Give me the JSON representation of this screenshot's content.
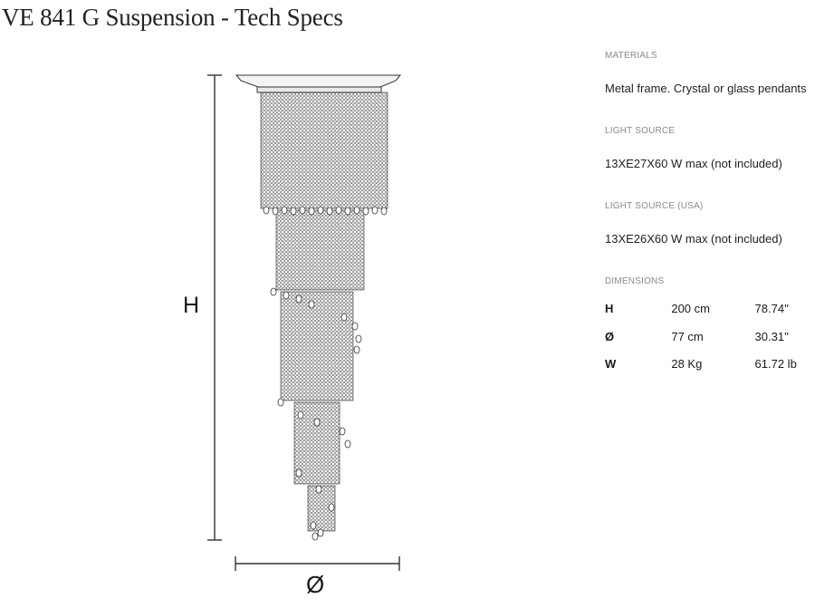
{
  "title": "VE 841 G Suspension - Tech Specs",
  "drawing": {
    "height_label": "H",
    "diameter_label": "Ø"
  },
  "specs": {
    "materials": {
      "label": "MATERIALS",
      "value": "Metal frame. Crystal or glass pendants"
    },
    "light_source": {
      "label": "LIGHT SOURCE",
      "value": "13XE27X60 W max (not included)"
    },
    "light_source_usa": {
      "label": "LIGHT SOURCE (USA)",
      "value": "13XE26X60 W max (not included)"
    },
    "dimensions": {
      "label": "DIMENSIONS",
      "rows": [
        {
          "key": "H",
          "metric": "200 cm",
          "imperial": "78.74''"
        },
        {
          "key": "Ø",
          "metric": "77 cm",
          "imperial": "30.31''"
        },
        {
          "key": "W",
          "metric": "28 Kg",
          "imperial": "61.72 lb"
        }
      ]
    }
  }
}
